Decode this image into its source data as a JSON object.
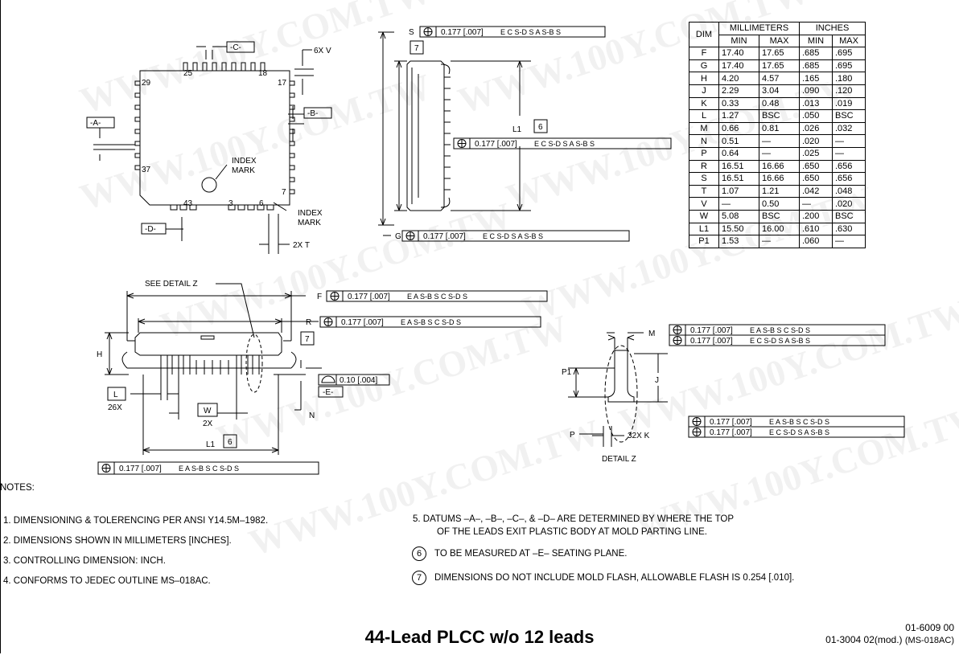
{
  "watermark": "WWW.100Y.COM.TW",
  "table": {
    "header_dim": "DIM",
    "header_mm": "MILLIMETERS",
    "header_in": "INCHES",
    "header_min": "MIN",
    "header_max": "MAX",
    "rows": [
      {
        "dim": "F",
        "mm_min": "17.40",
        "mm_max": "17.65",
        "in_min": ".685",
        "in_max": ".695"
      },
      {
        "dim": "G",
        "mm_min": "17.40",
        "mm_max": "17.65",
        "in_min": ".685",
        "in_max": ".695"
      },
      {
        "dim": "H",
        "mm_min": "4.20",
        "mm_max": "4.57",
        "in_min": ".165",
        "in_max": ".180"
      },
      {
        "dim": "J",
        "mm_min": "2.29",
        "mm_max": "3.04",
        "in_min": ".090",
        "in_max": ".120"
      },
      {
        "dim": "K",
        "mm_min": "0.33",
        "mm_max": "0.48",
        "in_min": ".013",
        "in_max": ".019"
      },
      {
        "dim": "L",
        "mm_min": "1.27",
        "mm_max": "BSC",
        "in_min": ".050",
        "in_max": "BSC"
      },
      {
        "dim": "M",
        "mm_min": "0.66",
        "mm_max": "0.81",
        "in_min": ".026",
        "in_max": ".032"
      },
      {
        "dim": "N",
        "mm_min": "0.51",
        "mm_max": "—",
        "in_min": ".020",
        "in_max": "—"
      },
      {
        "dim": "P",
        "mm_min": "0.64",
        "mm_max": "—",
        "in_min": ".025",
        "in_max": "—"
      },
      {
        "dim": "R",
        "mm_min": "16.51",
        "mm_max": "16.66",
        "in_min": ".650",
        "in_max": ".656"
      },
      {
        "dim": "S",
        "mm_min": "16.51",
        "mm_max": "16.66",
        "in_min": ".650",
        "in_max": ".656"
      },
      {
        "dim": "T",
        "mm_min": "1.07",
        "mm_max": "1.21",
        "in_min": ".042",
        "in_max": ".048"
      },
      {
        "dim": "V",
        "mm_min": "—",
        "mm_max": "0.50",
        "in_min": "—",
        "in_max": ".020"
      },
      {
        "dim": "W",
        "mm_min": "5.08",
        "mm_max": "BSC",
        "in_min": ".200",
        "in_max": "BSC"
      },
      {
        "dim": "L1",
        "mm_min": "15.50",
        "mm_max": "16.00",
        "in_min": ".610",
        "in_max": ".630"
      },
      {
        "dim": "P1",
        "mm_min": "1.53",
        "mm_max": "—",
        "in_min": ".060",
        "in_max": "—"
      }
    ]
  },
  "labels": {
    "datum_a": "-A-",
    "datum_b": "-B-",
    "datum_c": "-C-",
    "datum_d": "-D-",
    "datum_e": "-E-",
    "pin25": "25",
    "pin18": "18",
    "pin17": "17",
    "pin29": "29",
    "pin37": "37",
    "pin7": "7",
    "pin43": "43",
    "pin3": "3",
    "pin6": "6",
    "six_x_v": "6X V",
    "index_mark_1": "INDEX",
    "index_mark_2": "MARK",
    "index_mark_3": "INDEX",
    "index_mark_4": "MARK",
    "two_x_t": "2X T",
    "s": "S",
    "g": "G",
    "f": "F",
    "r": "R",
    "m": "M",
    "h": "H",
    "j": "J",
    "k_label": "32X K",
    "p": "P",
    "p1": "P1",
    "n": "N",
    "l": "L",
    "l_26x": "26X",
    "w": "W",
    "w_2x": "2X",
    "l1": "L1",
    "l1_b": "L1",
    "note6": "6",
    "note7": "7",
    "note6_b": "6",
    "note7_b": "7",
    "see_detail": "SEE DETAIL Z",
    "detail_z": "DETAIL Z",
    "tol_s": "0.177 [.007]",
    "tol_s_ref": "E C S-D S A S-B S",
    "tol_l1": "0.177 [.007]",
    "tol_l1_ref": "E C S-D S A S-B S",
    "tol_g": "0.177 [.007]",
    "tol_g_ref": "E C S-D S A S-B S",
    "tol_f": "0.177 [.007]",
    "tol_f_ref": "E A S-B S C S-D S",
    "tol_r": "0.177 [.007]",
    "tol_r_ref": "E A S-B S C S-D S",
    "tol_e": "0.10 [.004]",
    "tol_m1": "0.177 [.007]",
    "tol_m1_ref": "E A S-B S C S-D S",
    "tol_m2": "0.177 [.007]",
    "tol_m2_ref": "E C S-D S A S-B S",
    "tol_k1": "0.177 [.007]",
    "tol_k1_ref": "E A S-B S C S-D S",
    "tol_k2": "0.177 [.007]",
    "tol_k2_ref": "E C S-D S A S-B S",
    "tol_bottom": "0.177 [.007]",
    "tol_bottom_ref": "E A S-B S C S-D S"
  },
  "notes": {
    "heading": "NOTES:",
    "n1": "1.   DIMENSIONING & TOLERENCING PER ANSI Y14.5M–1982.",
    "n2": "2.   DIMENSIONS SHOWN IN MILLIMETERS [INCHES].",
    "n3": "3.   CONTROLLING DIMENSION: INCH.",
    "n4": "4.   CONFORMS TO JEDEC OUTLINE MS–018AC.",
    "n5a": "5.   DATUMS –A–, –B–, –C–, & –D– ARE DETERMINED BY WHERE THE TOP",
    "n5b": "OF THE LEADS EXIT PLASTIC BODY AT MOLD PARTING LINE.",
    "n6_num": "6",
    "n6": "TO BE MEASURED AT –E– SEATING PLANE.",
    "n7_num": "7",
    "n7": "DIMENSIONS DO NOT INCLUDE MOLD FLASH, ALLOWABLE FLASH IS 0.254 [.010]."
  },
  "title": "44-Lead PLCC w/o 12 leads",
  "doc_no_1": "01-6009 00",
  "doc_no_2": "01-3004  02(mod.)",
  "doc_no_3": "(MS-018AC)"
}
